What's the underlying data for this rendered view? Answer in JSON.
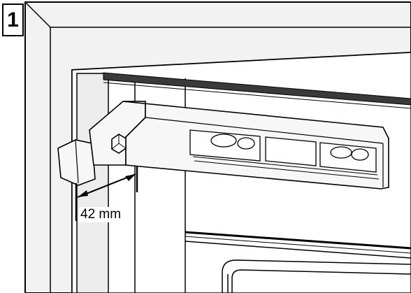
{
  "figure": {
    "step_number": "1",
    "dimension": {
      "value": 42,
      "unit": "mm",
      "label": "42 mm"
    }
  },
  "colors": {
    "line": "#000000",
    "frame_face": "#f2f2f2",
    "frame_inner": "#e8e8e8",
    "background": "#ffffff",
    "bracket_face": "#f7f7f7",
    "seal_strip": "#3a3a3a"
  }
}
